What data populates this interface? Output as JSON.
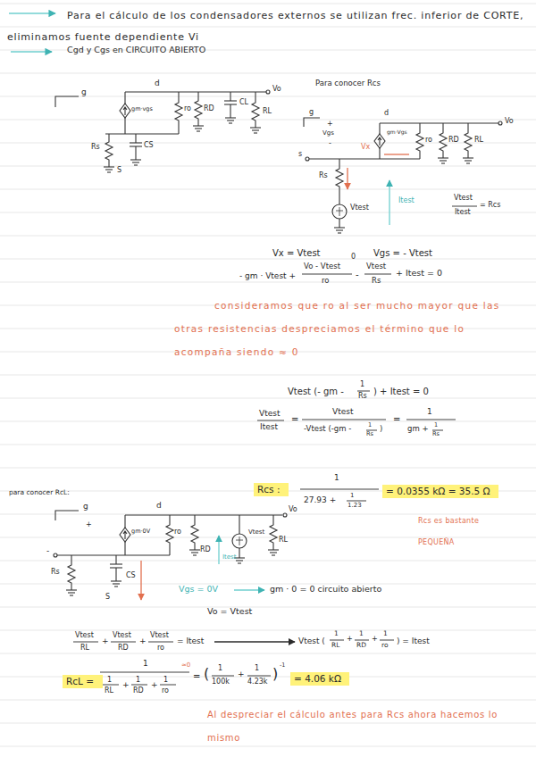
{
  "diagram": {
    "nodes": [
      {
        "text": [
          "Rcs :"
        ]
      },
      {
        "text": [
          "= 0.0355 kΩ = 35.5 Ω"
        ]
      },
      {
        "text": [
          "RcL ="
        ]
      },
      {
        "text": [
          "= 4.06 kΩ"
        ]
      }
    ],
    "labels": [
      "Para el cálculo de los condensadores externos se utilizan frec. inferior de CORTE, eliminamos fuente dependiente Vi",
      "Cgd y Cgs en CIRCUITO ABIERTO",
      "g",
      "d",
      "gm·vgs",
      "ro",
      "RD",
      "CL",
      "RL",
      "Vo",
      "Rs",
      "CS",
      "S",
      "Para conocer Rcs",
      "g",
      "+",
      "Vgs",
      "-",
      "s",
      "d",
      "Vo",
      "Vx",
      "gm·Vgs",
      "ro",
      "RD",
      "RL",
      "Rs",
      "Vtest",
      "Itest",
      "Vtest",
      "Itest",
      "= Rcs",
      "Vx = Vtest",
      "Vgs = - Vtest",
      "- gm · Vtest +",
      "Vo - Vtest",
      "ro",
      "0",
      "-",
      "Vtest",
      "Rs",
      "+ Itest = 0",
      "consideramos que ro al ser mucho mayor que las otras resistencias despreciamos el término que lo acompaña siendo ≈ 0",
      "Vtest (- gm -",
      "1",
      "Rs",
      ") + Itest = 0",
      "Vtest",
      "Itest",
      "=",
      "Vtest",
      "-Vtest (-gm -",
      "1",
      "Rs",
      ")",
      "=",
      "1",
      "gm +",
      "1",
      "Rs",
      "para conocer RcL:",
      "1",
      "27.93 +",
      "1",
      "1.23",
      "Rcs es bastante PEQUEÑA",
      "g",
      "d",
      "+",
      "gm·0V",
      "-",
      "ro",
      "RD",
      "Itest",
      "Vtest",
      "RL",
      "Vo",
      "Rs",
      "CS",
      "S",
      "Vgs = 0V",
      "gm · 0 = 0 circuito abierto",
      "Vo = Vtest",
      "Vtest",
      "RL",
      "+",
      "Vtest",
      "RD",
      "+",
      "Vtest",
      "ro",
      "= Itest",
      "Vtest (",
      "1",
      "RL",
      "+",
      "1",
      "RD",
      "+",
      "1",
      "ro",
      ") = Itest",
      "1",
      "1",
      "RL",
      "+",
      "1",
      "RD",
      "+",
      "1",
      "ro",
      "≈0",
      "=",
      "(",
      "1",
      "100k",
      "+",
      "1",
      "4.23k",
      ")",
      "-1",
      "Al despreciar el cálculo antes para Rcs ahora hacemos lo mismo"
    ]
  }
}
